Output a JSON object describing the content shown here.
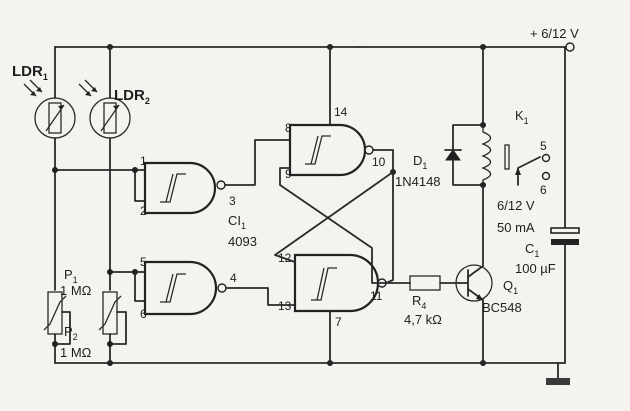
{
  "supply": {
    "label": "+ 6/12 V"
  },
  "ldr1": {
    "name": "LDR",
    "sub": "1"
  },
  "ldr2": {
    "name": "LDR",
    "sub": "2"
  },
  "ic": {
    "name": "CI",
    "sub": "1",
    "part": "4093"
  },
  "pins": {
    "g1_in_a": "1",
    "g1_in_b": "2",
    "g1_out": "3",
    "g2_in_a": "5",
    "g2_in_b": "6",
    "g2_out": "4",
    "g3_in_a": "8",
    "g3_in_b": "9",
    "g3_out": "10",
    "vdd": "14",
    "g4_in_a": "12",
    "g4_in_b": "13",
    "g4_out": "11",
    "gnd": "7"
  },
  "p1": {
    "name": "P",
    "sub": "1",
    "value": "1 MΩ"
  },
  "p2": {
    "name": "P",
    "sub": "2",
    "value": "1 MΩ"
  },
  "d1": {
    "name": "D",
    "sub": "1",
    "part": "1N4148"
  },
  "k1": {
    "name": "K",
    "sub": "1",
    "contact_a": "5",
    "contact_b": "6",
    "voltage": "6/12 V",
    "current": "50 mA"
  },
  "c1": {
    "name": "C",
    "sub": "1",
    "value": "100 µF"
  },
  "r4": {
    "name": "R",
    "sub": "4",
    "value": "4,7 kΩ"
  },
  "q1": {
    "name": "Q",
    "sub": "1",
    "part": "BC548"
  }
}
